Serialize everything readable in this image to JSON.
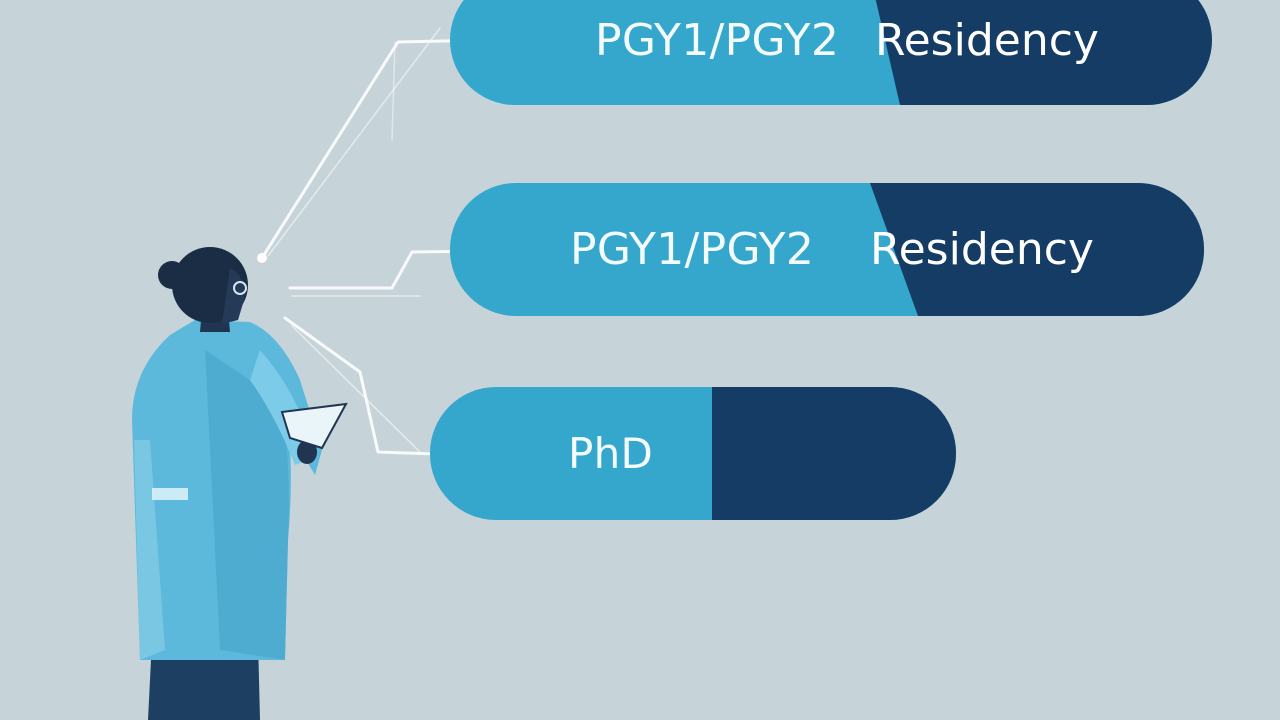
{
  "pathways": [
    {
      "label_left": "PGY1/PGY2",
      "label_right": "Residency"
    },
    {
      "label_left": "PGY1/PGY2",
      "label_right": "Residency"
    },
    {
      "label_left": "PhD",
      "label_right": ""
    }
  ],
  "colors": {
    "background": "#c6d3d8",
    "pill_light": "#35a7cd",
    "pill_dark": "#153c64",
    "coat": "#5db9dc",
    "text": "#ffffff"
  },
  "figure": {
    "icon": "scientist-in-lab-coat-holding-tablet"
  }
}
